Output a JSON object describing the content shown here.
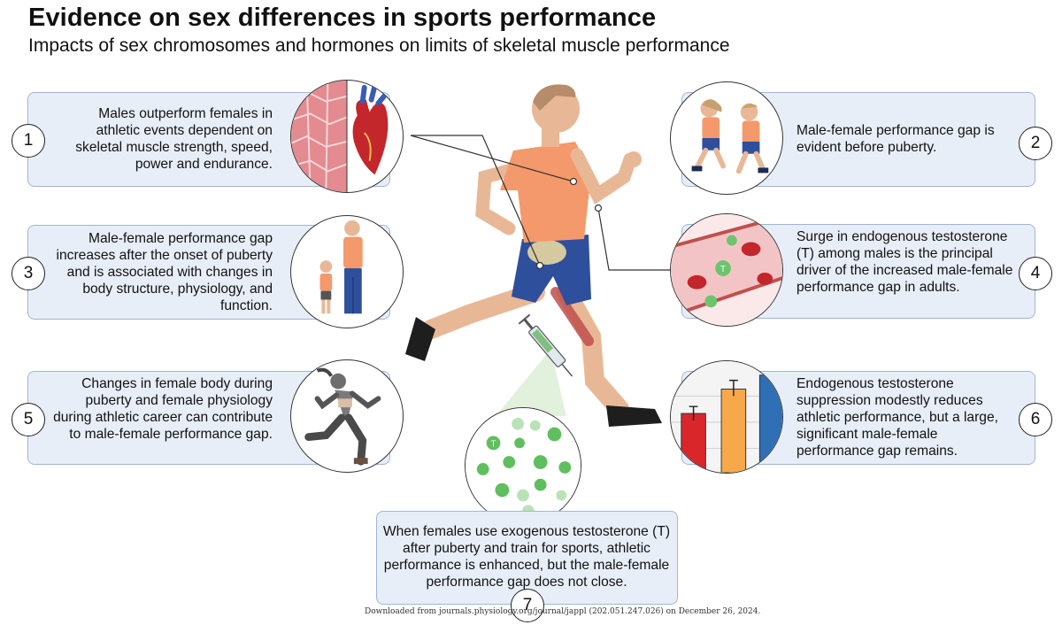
{
  "title": "Evidence on sex differences in sports performance",
  "subtitle": "Impacts of sex chromosomes and hormones on limits of skeletal muscle performance",
  "panels": [
    {
      "number": "1",
      "text": "Males outperform females in athletic events dependent on skeletal muscle strength, speed, power and endurance.",
      "icon": "muscle-heart-icon"
    },
    {
      "number": "2",
      "text": "Male-female performance gap is evident before puberty.",
      "icon": "running-children-icon"
    },
    {
      "number": "3",
      "text": "Male-female performance gap increases after the onset of puberty and is associated with changes in body structure, physiology, and function.",
      "icon": "boy-man-growth-icon"
    },
    {
      "number": "4",
      "text": "Surge in endogenous testosterone (T) among males is the principal driver of the increased male-female performance gap in adults.",
      "icon": "blood-vessel-icon"
    },
    {
      "number": "5",
      "text": "Changes in female body during puberty and female physiology during athletic career can contribute to male-female performance gap.",
      "icon": "female-runner-icon"
    },
    {
      "number": "6",
      "text": "Endogenous testosterone suppression modestly reduces athletic performance, but a large, significant male-female performance gap remains.",
      "icon": "bar-chart-icon"
    },
    {
      "number": "7",
      "text": "When females use exogenous testosterone (T) after puberty and train for sports, athletic performance is enhanced, but the male-female performance gap does not close.",
      "icon": "testosterone-molecules-icon"
    }
  ],
  "molecule_label": "T",
  "footer": "Downloaded from journals.physiology.org/journal/jappl (202.051.247.026) on December 26, 2024.",
  "colors": {
    "box_fill": "#e8eef8",
    "box_border": "#9fb6d8",
    "shirt": "#f4996b",
    "shorts": "#2e4f9c",
    "skin": "#e8b896",
    "bar_red": "#d9262a",
    "bar_orange": "#f7a84a",
    "bar_blue": "#2e6fb5",
    "molecule_green": "#5fbf5f"
  }
}
